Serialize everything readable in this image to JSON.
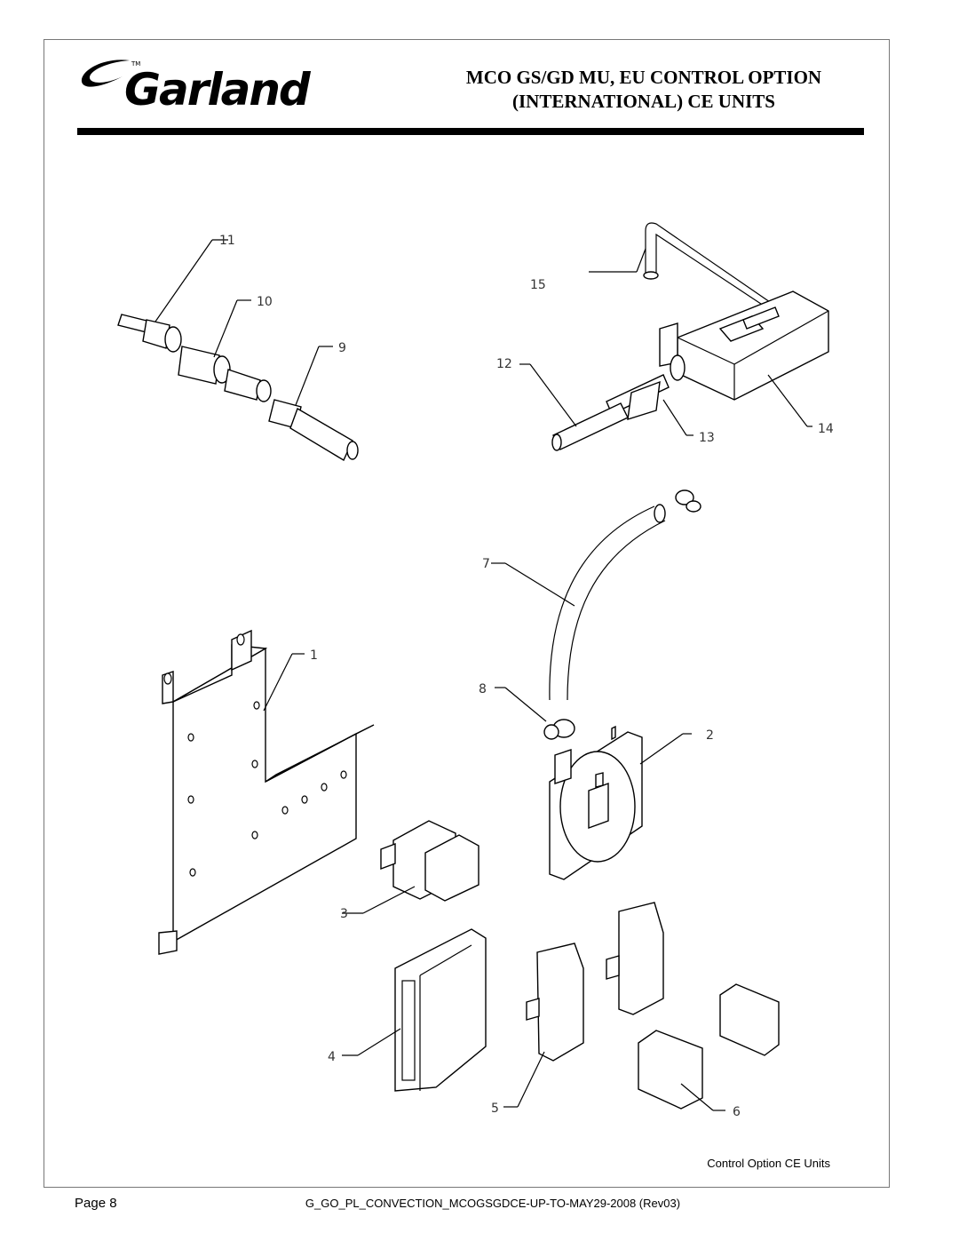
{
  "header": {
    "logo_text": "Garland",
    "logo_tm": "TM",
    "title_line1": "MCO GS/GD MU, EU CONTROL OPTION",
    "title_line2": "(INTERNATIONAL) CE UNITS"
  },
  "diagram": {
    "callouts": [
      "11",
      "10",
      "9",
      "15",
      "12",
      "13",
      "14",
      "7",
      "1",
      "8",
      "2",
      "3",
      "4",
      "5",
      "6"
    ]
  },
  "caption": "Control Option CE Units",
  "footer": {
    "page": "Page 8",
    "document_id": "G_GO_PL_CONVECTION_MCOGSGDCE-UP-TO-MAY29-2008 (Rev03)"
  }
}
